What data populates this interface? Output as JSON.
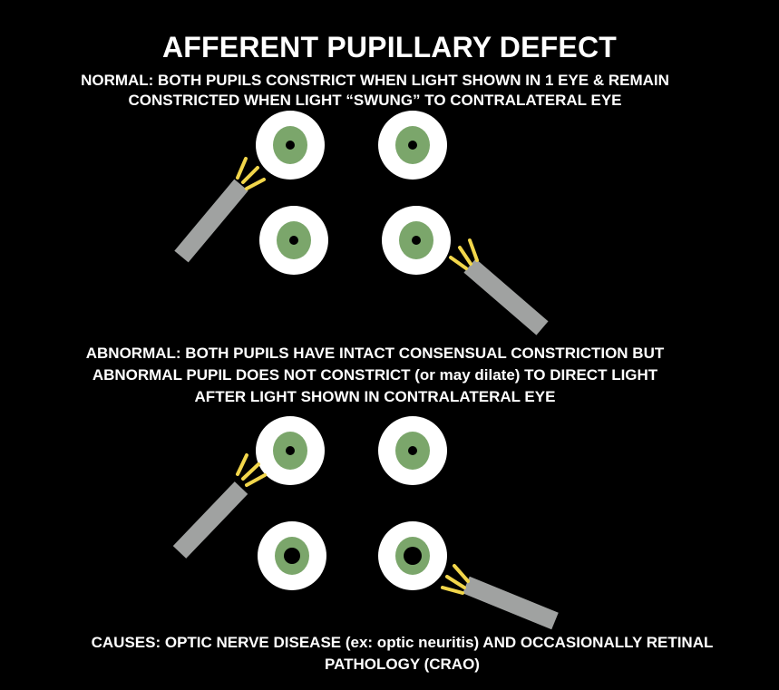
{
  "title": "AFFERENT PUPILLARY DEFECT",
  "normal": {
    "line1": "NORMAL: BOTH PUPILS CONSTRICT WHEN LIGHT SHOWN IN 1 EYE & REMAIN",
    "line2": "CONSTRICTED WHEN LIGHT “SWUNG” TO CONTRALATERAL EYE"
  },
  "abnormal": {
    "line1": "ABNORMAL: BOTH PUPILS HAVE INTACT CONSENSUAL CONSTRICTION BUT",
    "line2": "ABNORMAL PUPIL DOES NOT CONSTRICT (or may dilate) TO DIRECT LIGHT",
    "line3": "AFTER LIGHT SHOWN IN CONTRALATERAL EYE"
  },
  "causes": {
    "line1": "CAUSES: OPTIC NERVE DISEASE (ex: optic neuritis) AND OCCASIONALLY RETINAL",
    "line2": "PATHOLOGY (CRAO)"
  },
  "colors": {
    "background": "#000000",
    "sclera": "#ffffff",
    "iris": "#7ba66b",
    "pupil": "#000000",
    "flashlight": "#a0a2a1",
    "light_beam": "#f2d64b"
  },
  "eyes": [
    {
      "id": "normal-row1-left",
      "pupil": "small"
    },
    {
      "id": "normal-row1-right",
      "pupil": "small"
    },
    {
      "id": "normal-row2-left",
      "pupil": "small"
    },
    {
      "id": "normal-row2-right",
      "pupil": "small"
    },
    {
      "id": "abnormal-row1-left",
      "pupil": "small"
    },
    {
      "id": "abnormal-row1-right",
      "pupil": "small"
    },
    {
      "id": "abnormal-row2-left",
      "pupil": "medium"
    },
    {
      "id": "abnormal-row2-right",
      "pupil": "large"
    }
  ]
}
